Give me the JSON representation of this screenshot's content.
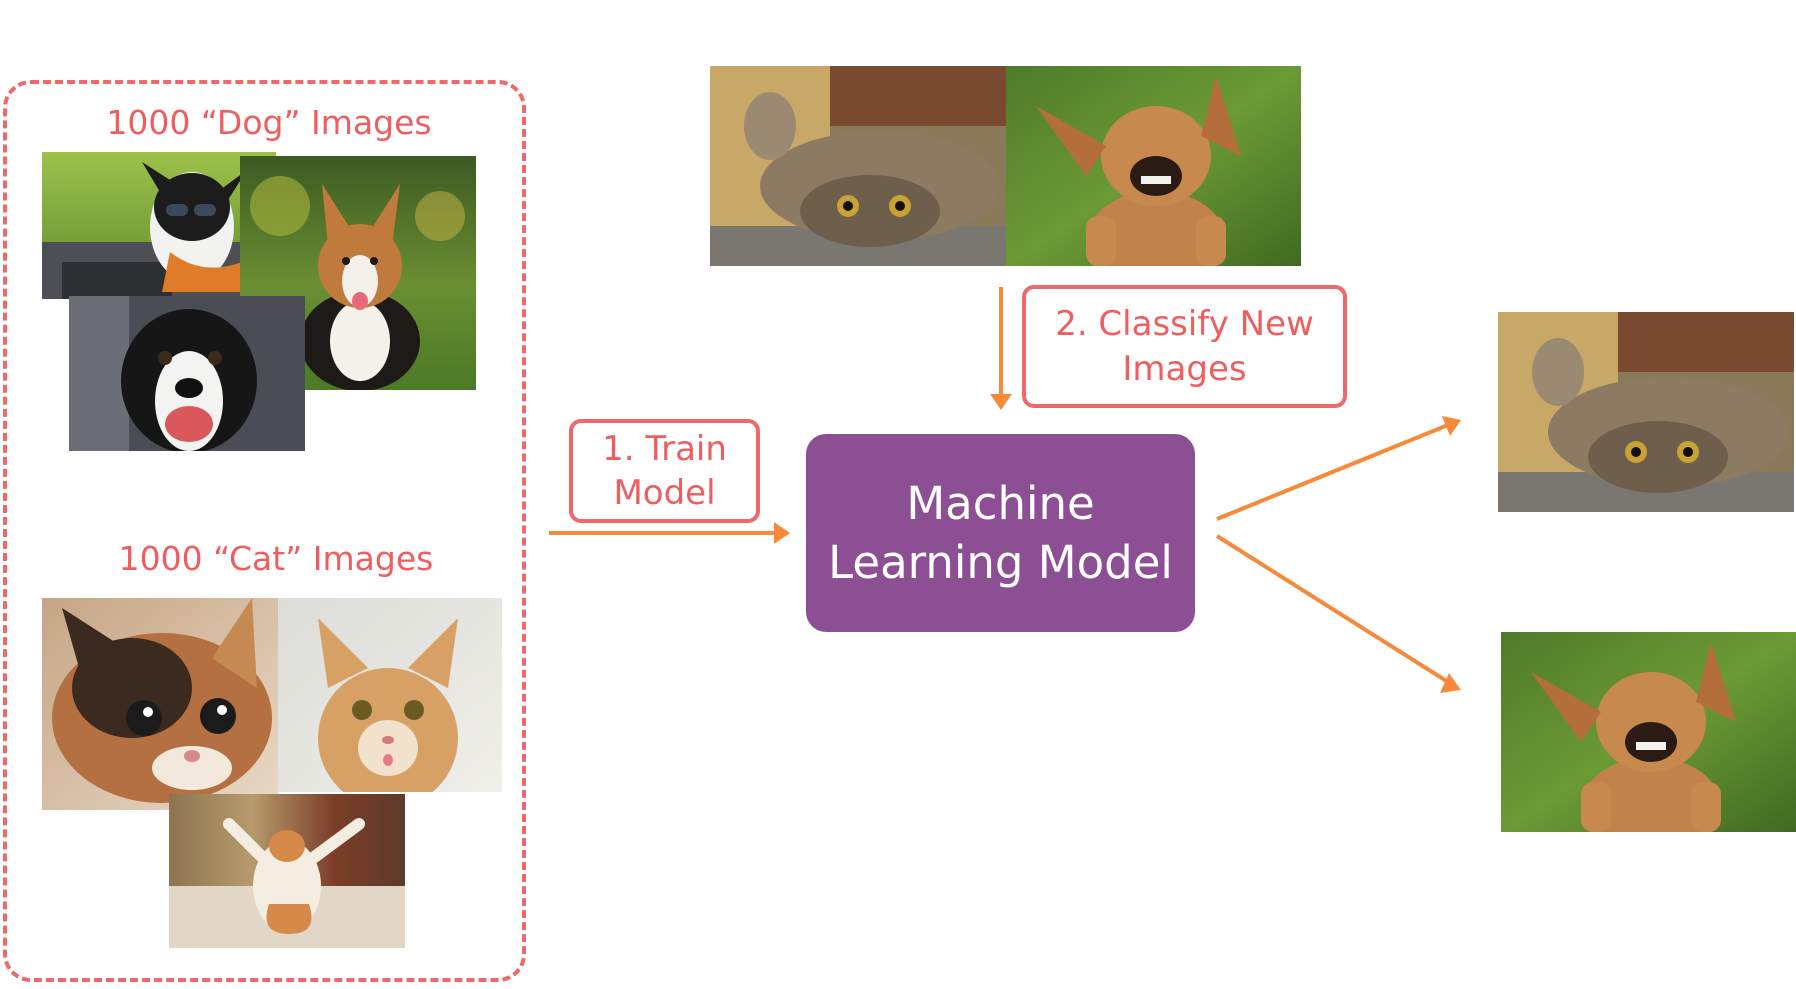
{
  "dataset": {
    "dog_label": "1000 “Dog” Images",
    "cat_label": "1000 “Cat” Images"
  },
  "steps": {
    "train_line1": "1. Train",
    "train_line2": "Model",
    "classify_line1": "2. Classify New",
    "classify_line2": "Images"
  },
  "model": {
    "line1": "Machine",
    "line2": "Learning Model"
  },
  "colors": {
    "dashed_border": "#f0686a",
    "label_text": "#ef5e5e",
    "arrow": "#f78a3a",
    "model_fill": "#8c4f93"
  }
}
